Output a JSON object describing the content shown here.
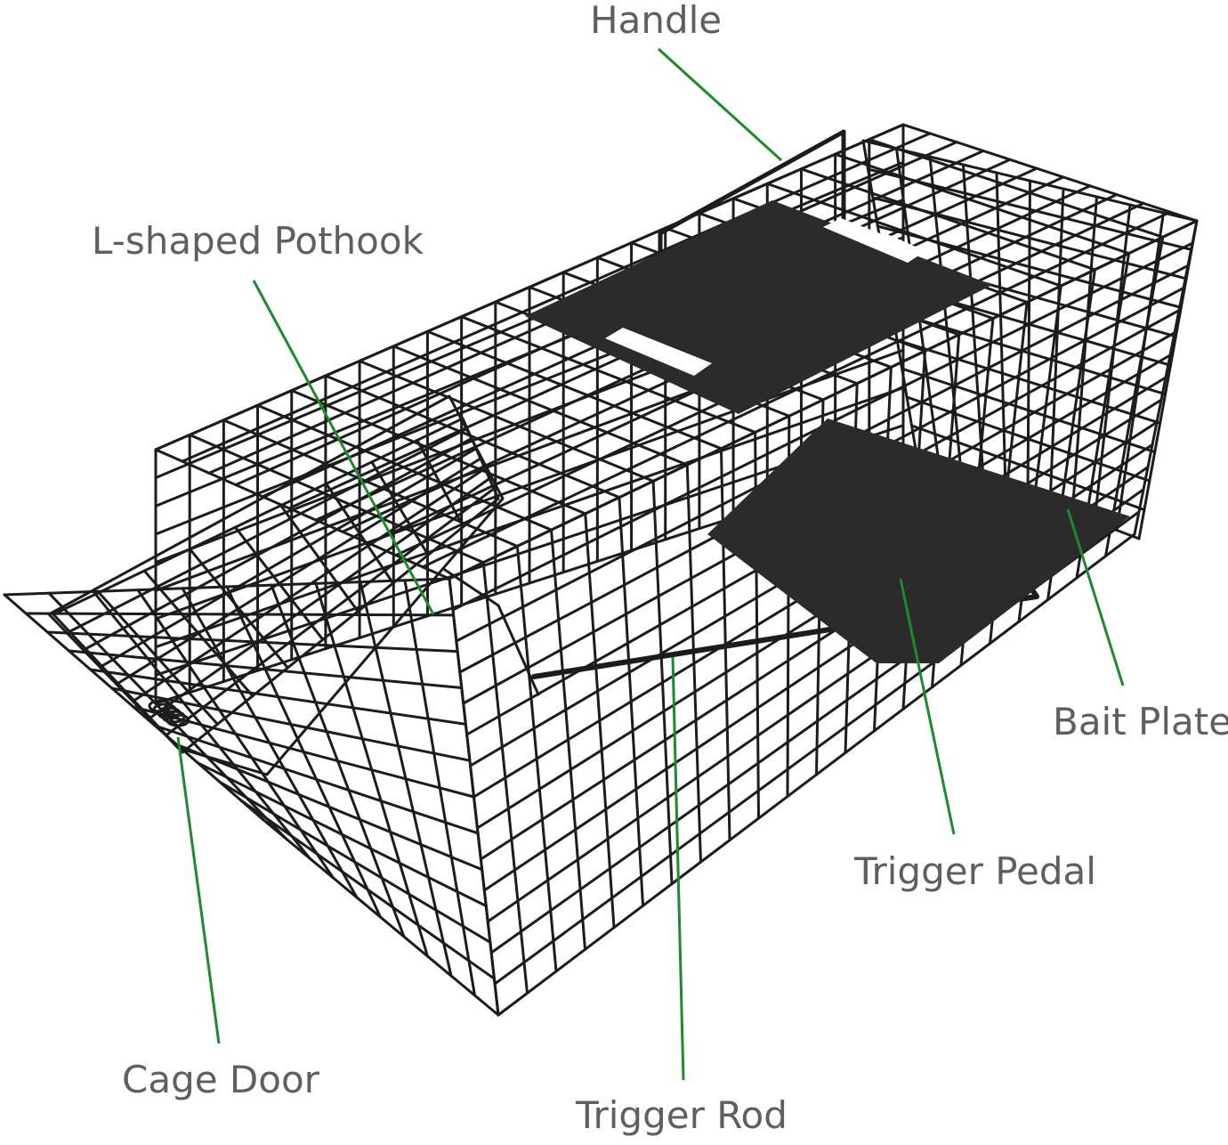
{
  "labels": {
    "handle": "Handle",
    "pothook": "L-shaped Pothook",
    "bait_plate": "Bait Plate",
    "trigger_pedal": "Trigger Pedal",
    "cage_door": "Cage Door",
    "trigger_rod": "Trigger Rod"
  },
  "colors": {
    "leader_line": "#1e8a2e",
    "wire": "#1c1c1c",
    "plate": "#2b2b2b",
    "label_text": "#5f5f5f"
  }
}
